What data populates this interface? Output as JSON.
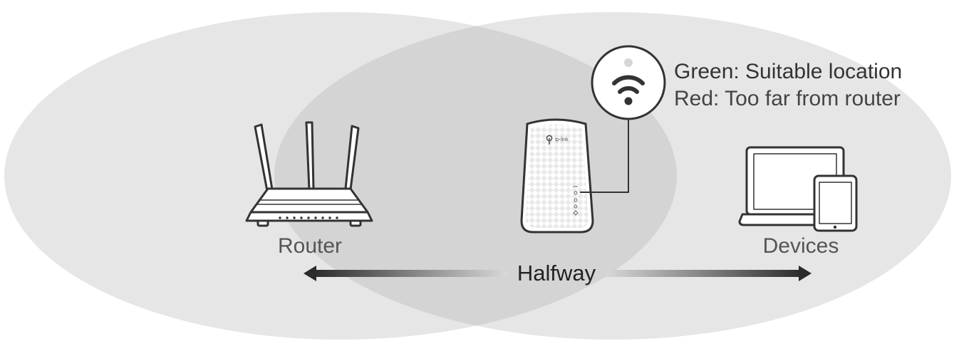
{
  "labels": {
    "router": "Router",
    "devices": "Devices",
    "halfway": "Halfway"
  },
  "led_legend": {
    "green": "Green: Suitable location",
    "red": "Red: Too far from router"
  },
  "extender": {
    "brand": "tp-link"
  },
  "icons": {
    "router": "router-icon",
    "extender": "range-extender-icon",
    "signal_led": "wifi-signal-led-icon",
    "laptop": "laptop-icon",
    "tablet": "tablet-icon",
    "arrow_left": "arrow-left-icon",
    "arrow_right": "arrow-right-icon"
  },
  "colors": {
    "coverage": "#e6e6e6",
    "overlap": "#d4d4d4",
    "line": "#444444",
    "text": "#444444",
    "text_dark": "#333333"
  }
}
